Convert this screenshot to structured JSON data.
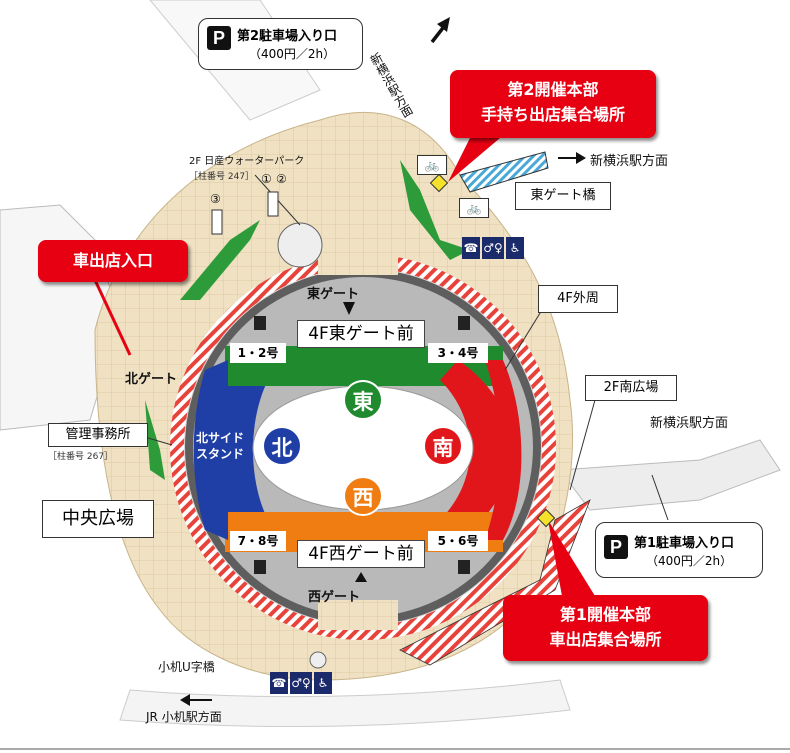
{
  "labels": {
    "parking2_title": "第2駐車場入り口",
    "parking2_price": "（400円／2h）",
    "parking1_title": "第1駐車場入り口",
    "parking1_price": "（400円／2h）",
    "p_mark": "P",
    "shinyoko_top": "新横浜駅方面",
    "shinyoko_east": "新横浜駅方面",
    "shinyoko_south": "新横浜駅方面",
    "hq2_line1": "第2開催本部",
    "hq2_line2": "手持ち出店集合場所",
    "hq1_line1": "第1開催本部",
    "hq1_line2": "車出店集合場所",
    "car_entry": "車出店入口",
    "east_bridge": "東ゲート橋",
    "outer_4f": "4F外周",
    "south_plaza": "2F南広場",
    "nissan_park": "2F 日産ウォーターパーク",
    "pillar_247": "［柱番号 247］",
    "admin_office": "管理事務所",
    "pillar_267": "［柱番号 267］",
    "central_plaza": "中央広場",
    "north_gate": "北ゲート",
    "east_gate": "東ゲート",
    "west_gate": "西ゲート",
    "east_gate_front": "4F東ゲート前",
    "west_gate_front": "4F西ゲート前",
    "num_12": "1・2号",
    "num_34": "3・4号",
    "num_56": "5・6号",
    "num_78": "7・8号",
    "stand_north_name": "北サイド\nスタンド",
    "stand_north": "北",
    "stand_east": "東",
    "stand_south": "南",
    "stand_west": "西",
    "kozukue_bridge": "小机U字橋",
    "jr_kozukue": "JR 小机駅方面",
    "elev_1": "①",
    "elev_2": "②",
    "elev_3": "③"
  },
  "colors": {
    "north": "#1f3fa6",
    "east": "#1f8a2e",
    "south": "#e0161a",
    "west": "#ef7d12",
    "callout": "#e60012"
  },
  "icons": [
    "phone-icon",
    "toilet-icon",
    "wheelchair-icon",
    "bicycle-icon",
    "coin-locker-icon",
    "arrow-icon"
  ]
}
